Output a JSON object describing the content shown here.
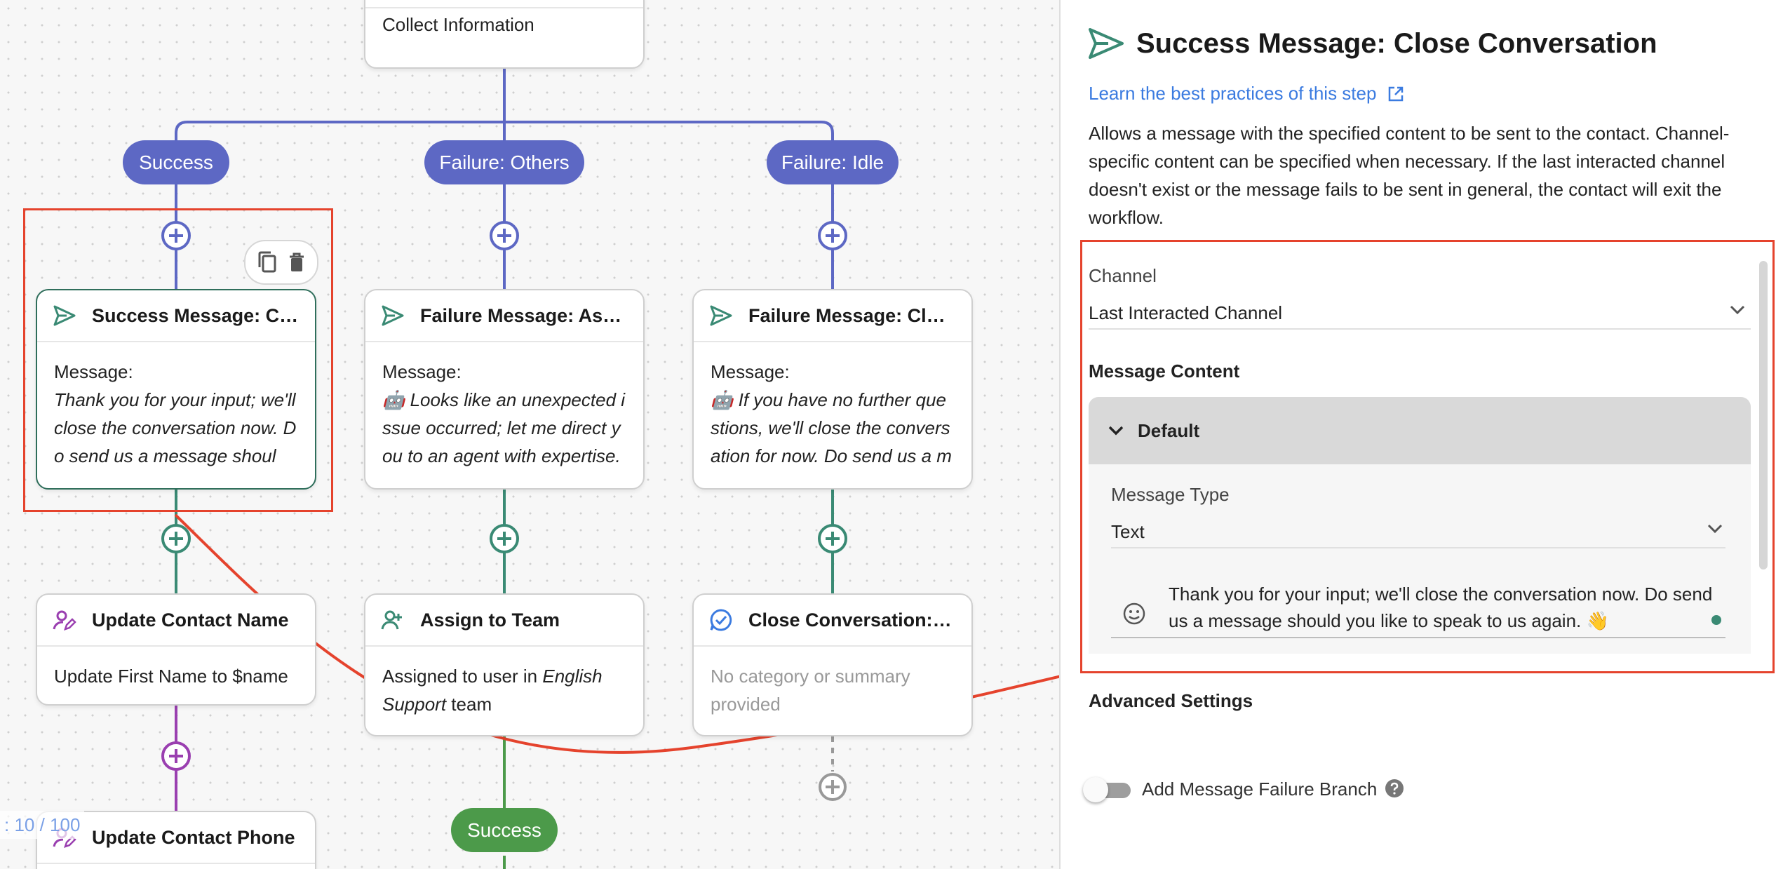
{
  "canvas": {
    "top_node_label": "Collect Information",
    "branches": [
      "Success",
      "Failure: Others",
      "Failure: Idle"
    ],
    "bottom_pill": "Success",
    "counter": ": 10 / 100",
    "nodes": {
      "success_msg": {
        "title": "Success Message: Clos…",
        "label": "Message:",
        "message": "Thank you for your input; we'll close the conversation now. Do send us a message should…"
      },
      "failure_assign": {
        "title": "Failure Message: Assign…",
        "label": "Message:",
        "message": "🤖 Looks like an unexpected issue occurred; let me direct you to an agent with expertise."
      },
      "failure_close": {
        "title": "Failure Message: Close …",
        "label": "Message:",
        "message": "🤖 If you have no further questions, we'll close the conversation for now. Do send us a me…"
      },
      "update_name": {
        "title": "Update Contact Name",
        "body": "Update First Name to $name"
      },
      "assign_team": {
        "title": "Assign to Team",
        "body_prefix": "Assigned to user in ",
        "body_team": "English Support",
        "body_suffix": " team"
      },
      "close_idle": {
        "title": "Close Conversation: Idle",
        "body": "No category or summary provided"
      },
      "update_phone": {
        "title": "Update Contact Phone"
      }
    },
    "colors": {
      "branch": "#5d68c4",
      "teal": "#3a8a74",
      "purple": "#9a3fb0",
      "green": "#4c9a4a",
      "highlight": "#e5432d"
    },
    "icons": [
      "send-icon",
      "copy-icon",
      "delete-icon",
      "plus-circle-icon",
      "user-edit-icon",
      "user-add-icon",
      "chat-check-icon"
    ]
  },
  "panel": {
    "title": "Success Message: Close Conversation",
    "learn_link": "Learn the best practices of this step",
    "description": "Allows a message with the specified content to be sent to the contact. Channel-specific content can be specified when necessary. If the last interacted channel doesn't exist or the message fails to be sent in general, the contact will exit the workflow.",
    "channel_label": "Channel",
    "channel_value": "Last Interacted Channel",
    "message_content_label": "Message Content",
    "default_label": "Default",
    "message_type_label": "Message Type",
    "message_type_value": "Text",
    "message_text": "Thank you for your input; we'll close the conversation now. Do send us a message should you like to speak to us again. 👋",
    "advanced_settings": "Advanced Settings",
    "failure_branch_label": "Add Message Failure Branch"
  }
}
